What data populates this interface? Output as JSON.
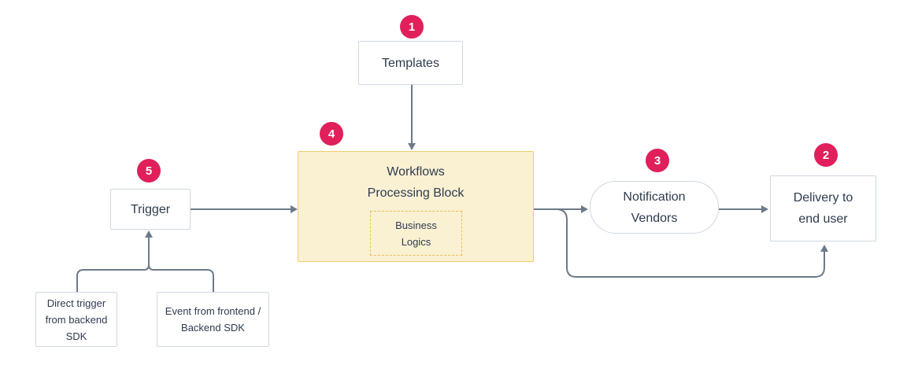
{
  "diagram": {
    "nodes": {
      "templates": {
        "badge": "1",
        "label": "Templates"
      },
      "workflows": {
        "badge": "4",
        "title_lines": [
          "Workflows",
          "Processing Block"
        ],
        "inner_lines": [
          "Business",
          "Logics"
        ]
      },
      "trigger": {
        "badge": "5",
        "label": "Trigger"
      },
      "notification_vendors": {
        "badge": "3",
        "lines": [
          "Notification",
          "Vendors"
        ]
      },
      "delivery": {
        "badge": "2",
        "lines": [
          "Delivery to",
          "end user"
        ]
      },
      "direct_trigger": {
        "lines": [
          "Direct trigger",
          "from backend",
          "SDK"
        ]
      },
      "event_source": {
        "lines": [
          "Event from frontend /",
          "Backend SDK"
        ]
      }
    },
    "colors": {
      "background": "#ffffff",
      "badge": "#e01f5b",
      "badge_text": "#ffffff",
      "line": "#6c7a89",
      "box_border": "#cfd8e1",
      "text": "#2e3b4e",
      "highlight_fill": "#faf1d3",
      "highlight_border": "#efcb6d",
      "dashed_border": "#e8bc53"
    }
  }
}
